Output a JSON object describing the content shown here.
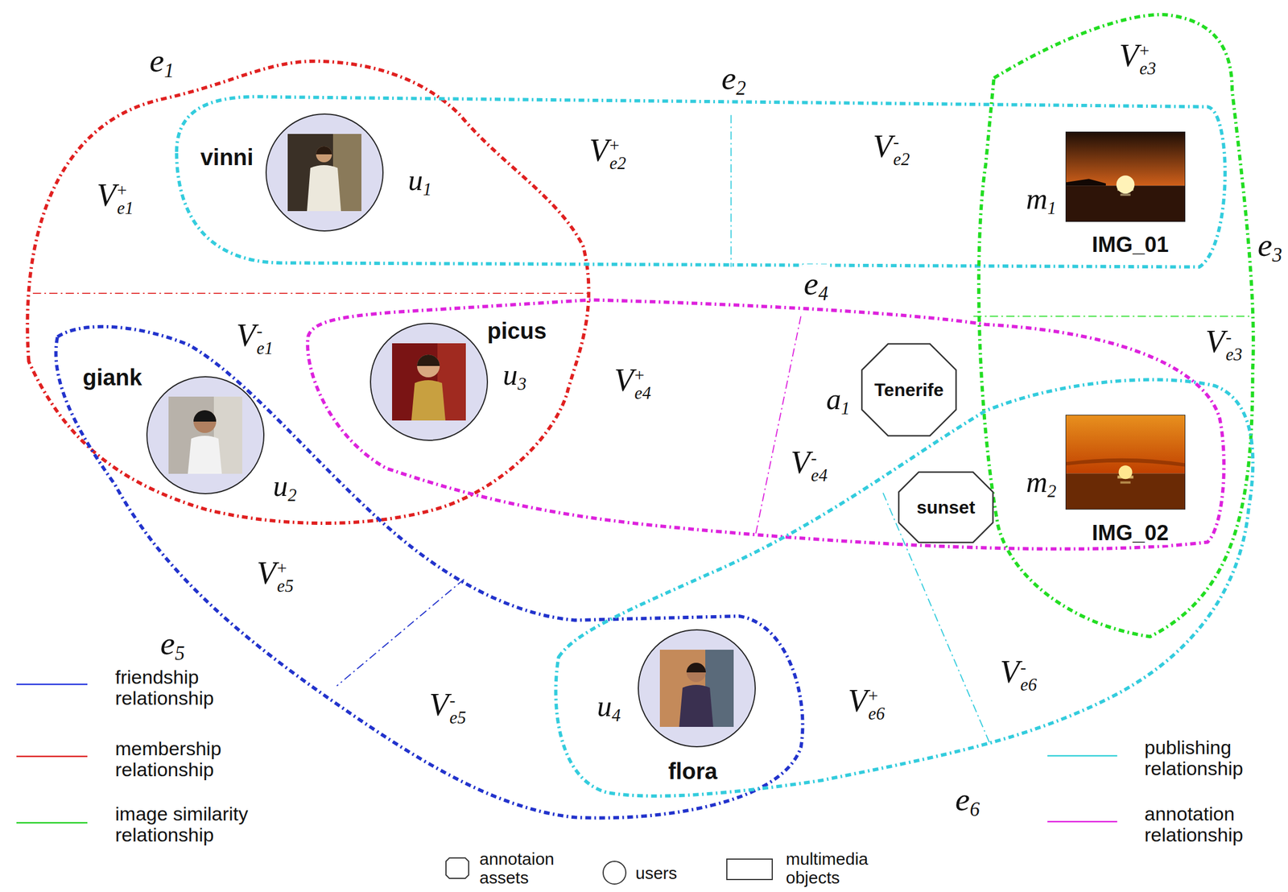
{
  "diagram": {
    "nodes": [
      {
        "text": [
          "vinni",
          "u1"
        ]
      },
      {
        "text": [
          "m1",
          "IMG_01"
        ]
      },
      {
        "text": [
          "picus",
          "u3"
        ]
      },
      {
        "text": [
          "giank",
          "u2"
        ]
      },
      {
        "text": [
          "a1",
          "Tenerife"
        ]
      },
      {
        "text": [
          "sunset"
        ]
      },
      {
        "text": [
          "m2",
          "IMG_02"
        ]
      },
      {
        "text": [
          "flora",
          "u4"
        ]
      }
    ],
    "labels": [
      "e1",
      "e2",
      "e3",
      "e4",
      "e5",
      "e6",
      "V+e1",
      "V-e1",
      "V+e2",
      "V-e2",
      "V+e3",
      "V-e3",
      "V+e4",
      "V-e4",
      "V+e5",
      "V-e5",
      "V+e6",
      "V-e6"
    ],
    "legend": [
      {
        "text": "friendship relationship"
      },
      {
        "text": "membership relationship"
      },
      {
        "text": "image similarity relationship"
      },
      {
        "text": "publishing relationship"
      },
      {
        "text": "annotation relationship"
      },
      {
        "text": "annotaion assets"
      },
      {
        "text": "users"
      },
      {
        "text": "multimedia objects"
      }
    ]
  }
}
